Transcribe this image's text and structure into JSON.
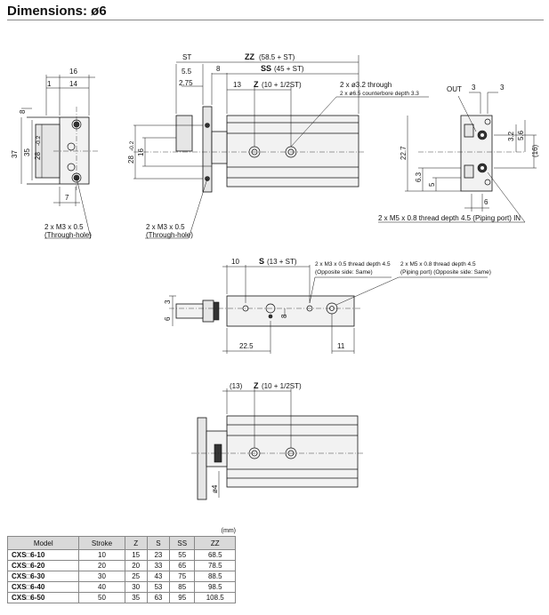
{
  "title": "Dimensions: ø6",
  "front_view": {
    "dims": {
      "w16": "16",
      "w1": "1",
      "w14": "14",
      "h37": "37",
      "h35": "35",
      "h28": "28",
      "h28tol": "-0.2",
      "h8": "8",
      "w7": "7"
    },
    "note": [
      "2 x M3 x 0.5",
      "(Through-hole)"
    ]
  },
  "side_view": {
    "dims": {
      "ST": "ST",
      "ZZ": "ZZ",
      "ZZ_val": "(58.5 + ST)",
      "w8": "8",
      "SS": "SS",
      "SS_val": "(45 + ST)",
      "w55": "5.5",
      "w275": "2.75",
      "w13": "13",
      "Z": "Z",
      "Z_val": "(10 + 1/2ST)",
      "h28": "28",
      "h28tol": "-0.2",
      "h16": "16"
    },
    "note_left": [
      "2 x M3 x 0.5",
      "(Through-hole)"
    ],
    "note_right": [
      "2 x ø3.2 through",
      "2 x ø6.5 counterbore depth 3.3"
    ]
  },
  "end_view": {
    "dims": {
      "OUT": "OUT",
      "w3a": "3",
      "w3b": "3",
      "h32": "3.2",
      "h56": "5.6",
      "h16p": "(16)",
      "h227": "22.7",
      "h63": "6.3",
      "h5": "5",
      "w6": "6"
    },
    "note": "2 x M5 x 0.8 thread depth 4.5 (Piping port) IN"
  },
  "bottom_view": {
    "dims": {
      "w10": "10",
      "S": "S",
      "S_val": "(13 + ST)",
      "h3": "3",
      "h6": "6",
      "h8": "8",
      "w225": "22.5",
      "w11": "11"
    },
    "note_a": [
      "2 x M3 x 0.5 thread depth 4.5",
      "(Opposite side: Same)"
    ],
    "note_b": [
      "2 x M5 x 0.8 thread depth 4.5",
      "(Piping port) (Opposite side: Same)"
    ]
  },
  "retracted_view": {
    "dims": {
      "w13p": "(13)",
      "Z": "Z",
      "Z_val": "(10 + 1/2ST)",
      "d4": "ø4"
    }
  },
  "table": {
    "unit": "(mm)",
    "headers": [
      "Model",
      "Stroke",
      "Z",
      "S",
      "SS",
      "ZZ"
    ],
    "rows": [
      [
        "CXS□6-10",
        "10",
        "15",
        "23",
        "55",
        "68.5"
      ],
      [
        "CXS□6-20",
        "20",
        "20",
        "33",
        "65",
        "78.5"
      ],
      [
        "CXS□6-30",
        "30",
        "25",
        "43",
        "75",
        "88.5"
      ],
      [
        "CXS□6-40",
        "40",
        "30",
        "53",
        "85",
        "98.5"
      ],
      [
        "CXS□6-50",
        "50",
        "35",
        "63",
        "95",
        "108.5"
      ]
    ]
  }
}
